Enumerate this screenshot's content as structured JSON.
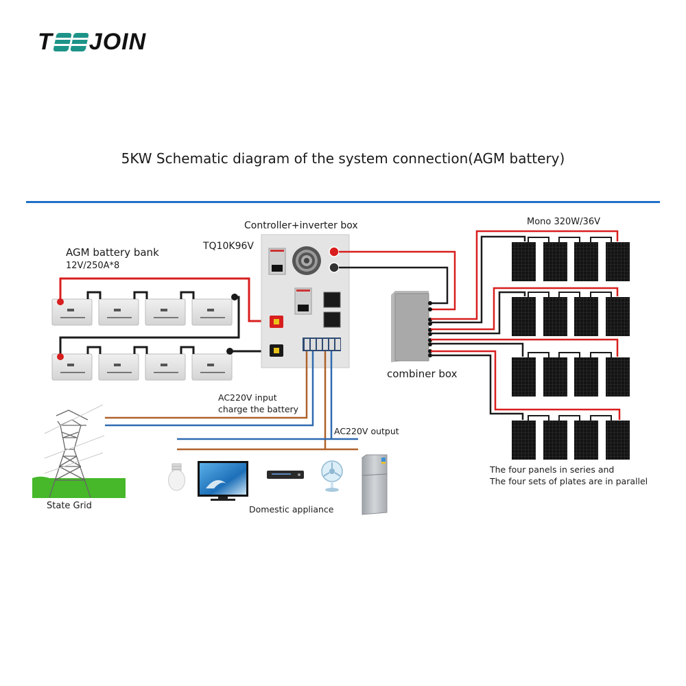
{
  "brand": {
    "name": "TEEJOIN",
    "prefix": "T",
    "suffix": "JOIN",
    "accent_color": "#1e9488"
  },
  "title": "5KW Schematic diagram of the system connection(AGM battery)",
  "divider_color": "#1e6fc8",
  "labels": {
    "controller_box": "Controller+inverter box",
    "model": "TQ10K96V",
    "battery_bank": "AGM battery bank",
    "battery_spec": "12V/250A*8",
    "panel_spec": "Mono 320W/36V",
    "combiner_box": "combiner box",
    "ac_input_line1": "AC220V input",
    "ac_input_line2": "charge the battery",
    "ac_output": "AC220V output",
    "state_grid": "State Grid",
    "domestic_appliance": "Domestic appliance",
    "note_line1": "The four panels in series and",
    "note_line2": "The four sets of plates are in parallel"
  },
  "battery_bank": {
    "rows": 2,
    "per_row": 4,
    "count": 8
  },
  "solar_array": {
    "strings": 4,
    "panels_per_string": 4
  },
  "appliances": [
    "light-bulb",
    "television",
    "dvd-player",
    "electric-fan",
    "refrigerator"
  ],
  "wire_colors": {
    "positive": "#d81e1e",
    "negative": "#1a1a1a",
    "ac_live": "#b0612a",
    "ac_neutral": "#2e6ab0"
  }
}
